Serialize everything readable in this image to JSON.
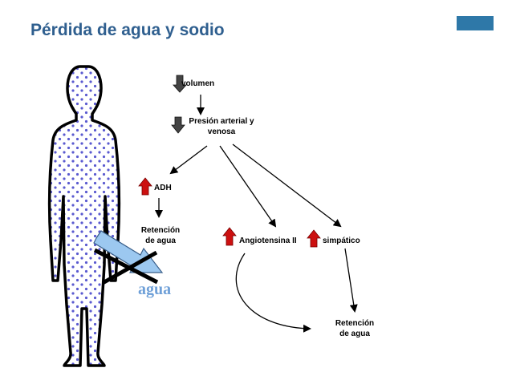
{
  "slide": {
    "title": "Pérdida de agua y sodio",
    "accent_color": "#2e78a8",
    "title_color": "#2f5f8f"
  },
  "diagram": {
    "nodes": {
      "volumen": "volumen",
      "presion_line1": "Presión arterial y",
      "presion_line2": "venosa",
      "adh": "ADH",
      "retencion_1_line1": "Retención",
      "retencion_1_line2": "de agua",
      "angiotensina": "Angiotensina II",
      "simpatico": "simpático",
      "retencion_2_line1": "Retención",
      "retencion_2_line2": "de agua"
    },
    "water_label": "agua",
    "indicators": {
      "down_arrow_color": "#444444",
      "up_arrow_color": "#cc1010",
      "water_arrow_color": "#9cc8f0"
    }
  }
}
